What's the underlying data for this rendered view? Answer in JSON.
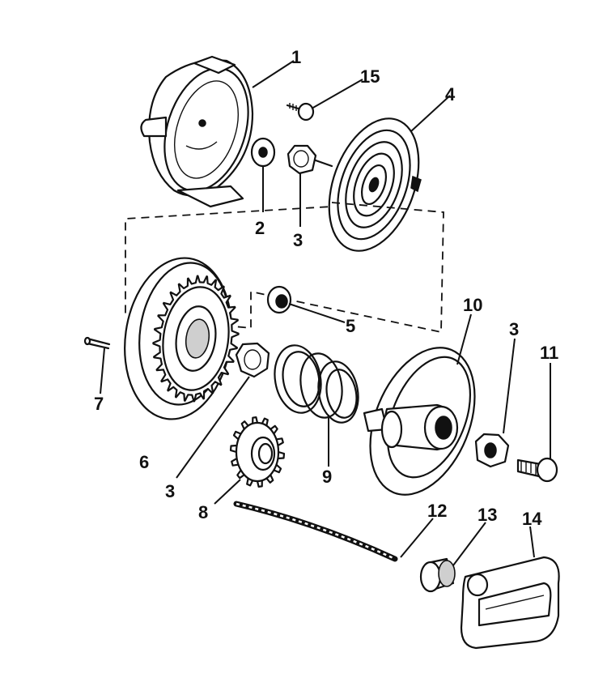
{
  "diagram": {
    "type": "exploded-parts-view",
    "background": "#ffffff",
    "ink": "#111111",
    "labels": {
      "part_1": "1",
      "part_2": "2",
      "part_3a": "3",
      "part_3b": "3",
      "part_3c": "3",
      "part_4": "4",
      "part_5": "5",
      "part_6": "6",
      "part_7": "7",
      "part_8": "8",
      "part_9": "9",
      "part_10": "10",
      "part_11": "11",
      "part_12": "12",
      "part_13": "13",
      "part_14": "14",
      "part_15": "15"
    }
  }
}
